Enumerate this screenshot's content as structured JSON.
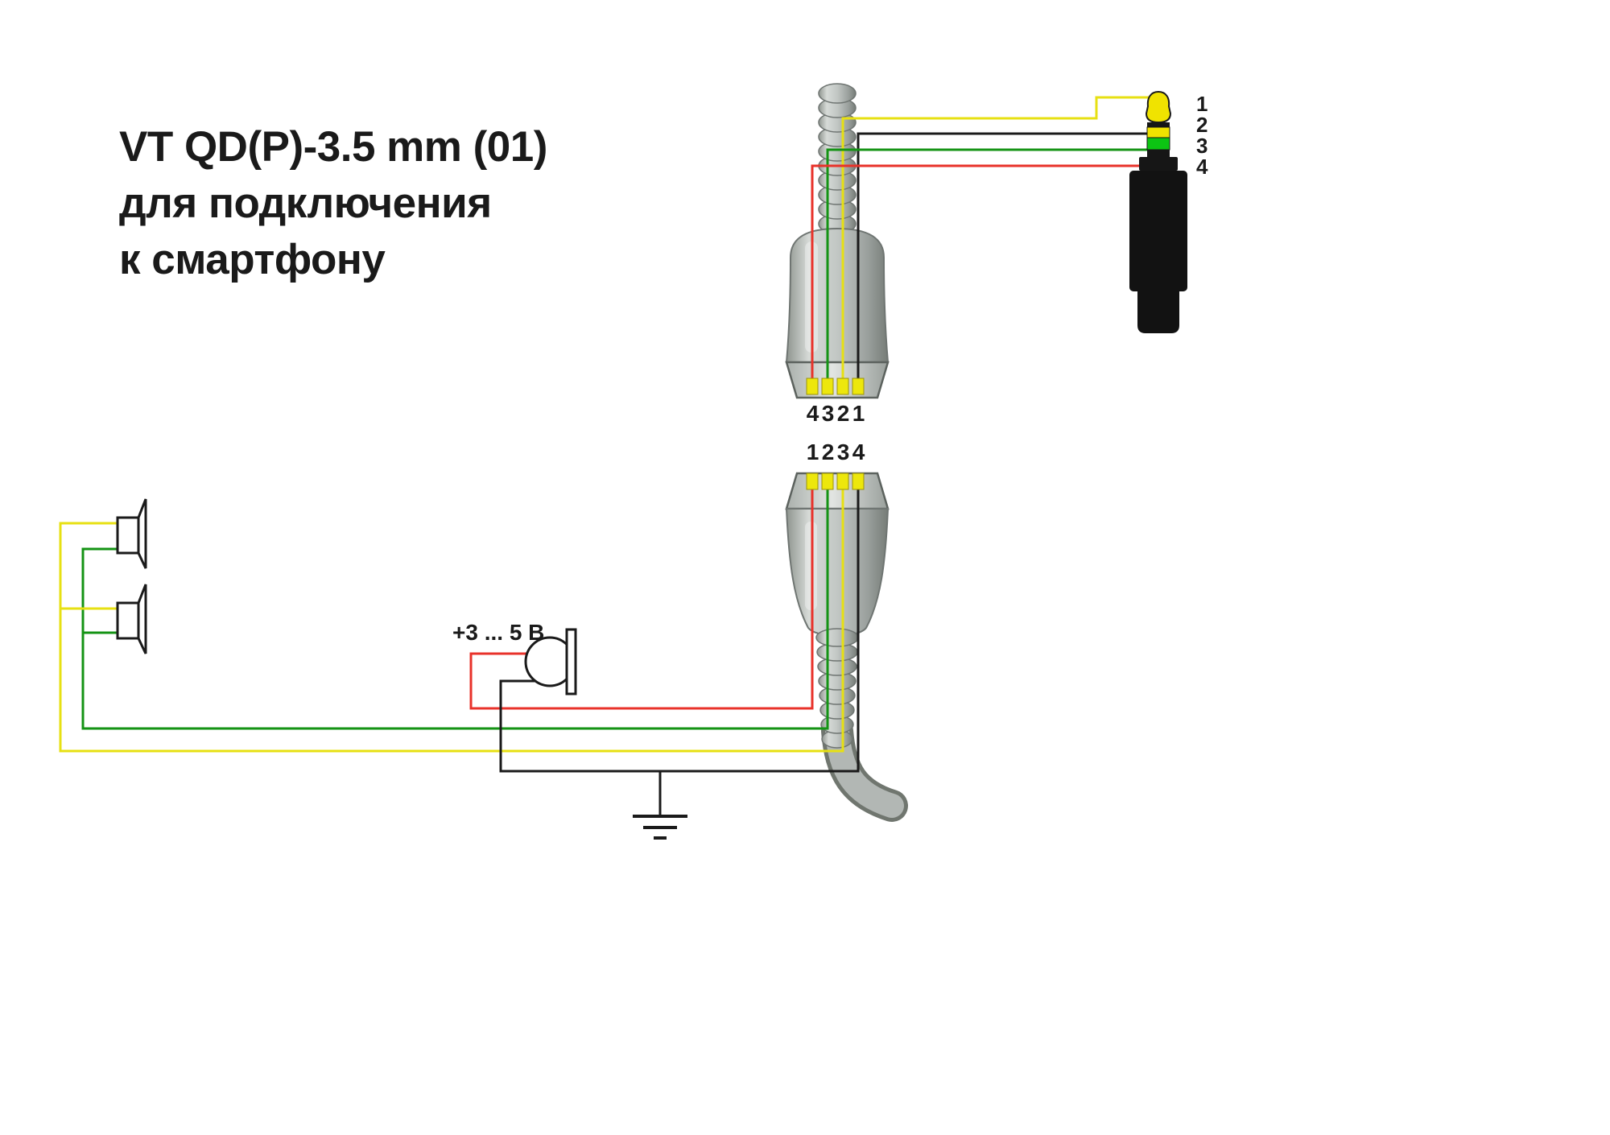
{
  "title": {
    "line1": "VT QD(P)-3.5 mm (01)",
    "line2": "для подключения",
    "line3": "к смартфону"
  },
  "microphone": {
    "voltage_label": "+3 ... 5 В"
  },
  "connectors": {
    "top_qd": {
      "pin_labels": [
        "4",
        "3",
        "2",
        "1"
      ]
    },
    "bottom_qd": {
      "pin_labels": [
        "1",
        "2",
        "3",
        "4"
      ]
    },
    "trrs_plug": {
      "pin_labels": [
        "1",
        "2",
        "3",
        "4"
      ]
    }
  },
  "wire_colors": {
    "yellow": "#e7e012",
    "green": "#149314",
    "red": "#e8322a",
    "black": "#1a1a1a"
  },
  "plug_colors": {
    "tip": "#f0e300",
    "ring_2": "#f0e300",
    "ring_3": "#0cc513",
    "body": "#121212"
  }
}
